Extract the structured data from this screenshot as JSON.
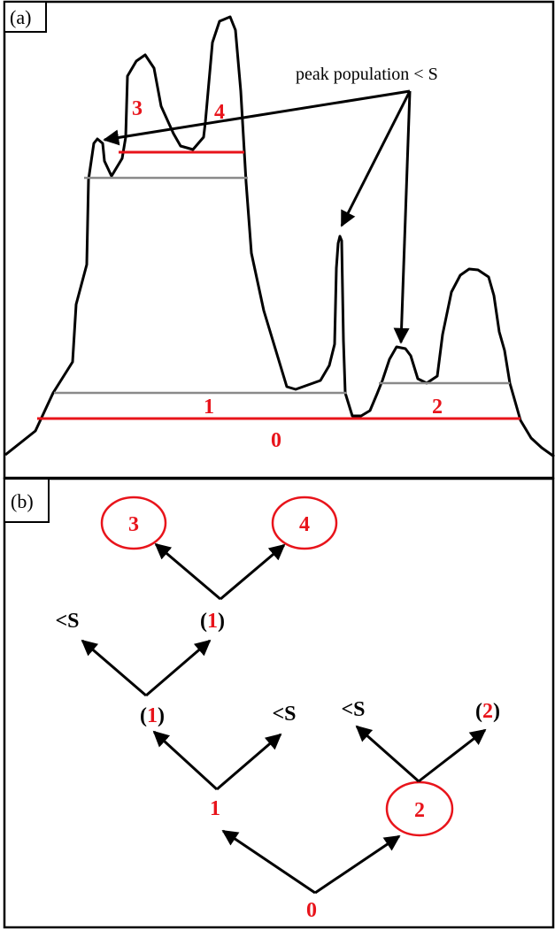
{
  "panel_a": {
    "label": "(a)",
    "annotation": "peak population < S",
    "level_labels": {
      "l0": "0",
      "l1": "1",
      "l2": "2",
      "l3": "3",
      "l4": "4"
    }
  },
  "panel_b": {
    "label": "(b)",
    "nodes": {
      "n3": "3",
      "n4": "4",
      "paren1_top": {
        "open": "(",
        "num": "1",
        "close": ")"
      },
      "paren1_mid": {
        "open": "(",
        "num": "1",
        "close": ")"
      },
      "paren2": {
        "open": "(",
        "num": "2",
        "close": ")"
      },
      "lessS_top": "<S",
      "lessS_mid": "<S",
      "lessS_right": "<S",
      "n1": "1",
      "n2": "2",
      "n0": "0"
    }
  },
  "colors": {
    "red": "#e8141b",
    "gray": "#8a8a8a",
    "black": "#000000"
  }
}
